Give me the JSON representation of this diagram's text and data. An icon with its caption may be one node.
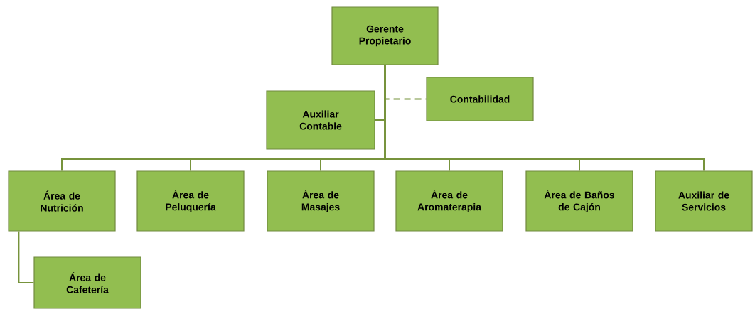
{
  "diagram": {
    "nodes": [
      {
        "text": [
          "Gerente Propietario"
        ]
      },
      {
        "text": [
          "Auxiliar Contable"
        ]
      },
      {
        "text": [
          "Contabilidad"
        ]
      },
      {
        "text": [
          "Área de Nutrición"
        ]
      },
      {
        "text": [
          "Área de Peluquería"
        ]
      },
      {
        "text": [
          "Área de Masajes"
        ]
      },
      {
        "text": [
          "Área de Aromaterapia"
        ]
      },
      {
        "text": [
          "Área de Baños de Cajón"
        ]
      },
      {
        "text": [
          "Auxiliar de Servicios"
        ]
      },
      {
        "text": [
          "Área de Cafetería"
        ]
      }
    ],
    "edges": [
      {
        "from": 0,
        "to": 1,
        "arrow": "none"
      },
      {
        "from": 0,
        "to": 2,
        "arrow": "none",
        "style": "dashed"
      },
      {
        "from": 0,
        "to": 3,
        "arrow": "none"
      },
      {
        "from": 0,
        "to": 4,
        "arrow": "none"
      },
      {
        "from": 0,
        "to": 5,
        "arrow": "none"
      },
      {
        "from": 0,
        "to": 6,
        "arrow": "none"
      },
      {
        "from": 0,
        "to": 7,
        "arrow": "none"
      },
      {
        "from": 0,
        "to": 8,
        "arrow": "none"
      },
      {
        "from": 3,
        "to": 9,
        "arrow": "none"
      }
    ]
  }
}
